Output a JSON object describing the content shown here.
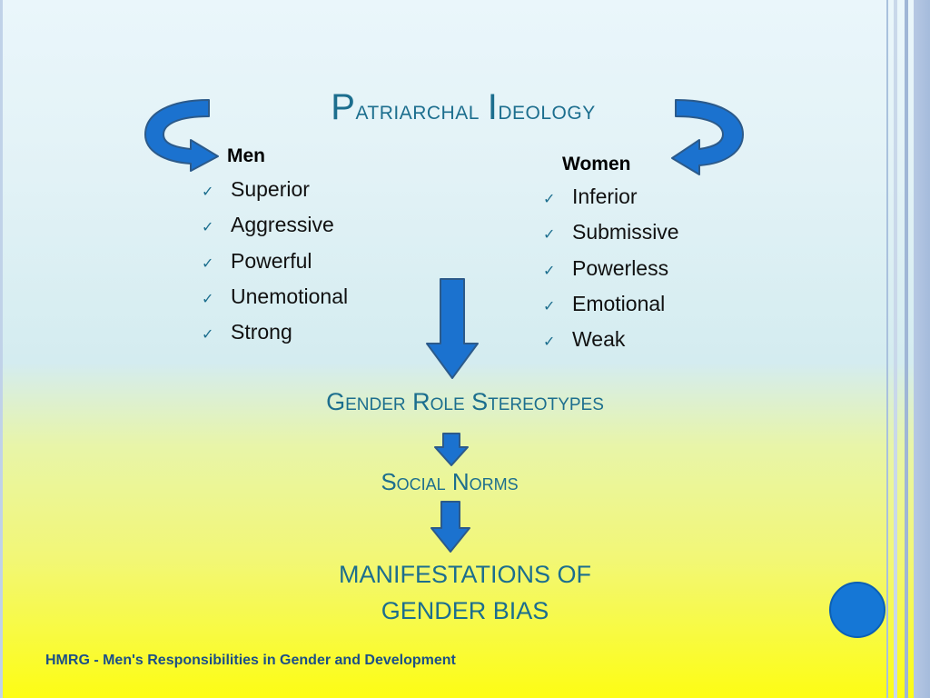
{
  "slide": {
    "title_first": "P",
    "title_rest_1": "atriarchal ",
    "title_first_2": "I",
    "title_rest_2": "deology",
    "men": {
      "heading": "Men",
      "items": [
        "Superior",
        "Aggressive",
        "Powerful",
        "Unemotional",
        "Strong"
      ]
    },
    "women": {
      "heading": "Women",
      "items": [
        "Inferior",
        "Submissive",
        "Powerless",
        "Emotional",
        "Weak"
      ]
    },
    "flow": {
      "step1": "Gender Role Stereotypes",
      "step2": "Social Norms",
      "final_line1": "MANIFESTATIONS OF",
      "final_line2": "GENDER BIAS"
    },
    "footer": "HMRG - Men's Responsibilities in Gender and Development"
  },
  "icons": {
    "check": "checkmark-icon",
    "down": "down-arrow-icon",
    "curved": "curved-arrow-icon"
  },
  "colors": {
    "accent": "#1c6e8e",
    "arrow_fill": "#1b72cf",
    "arrow_stroke": "#2c5a8a",
    "dot": "#1577d6",
    "footer": "#1c4f87"
  }
}
